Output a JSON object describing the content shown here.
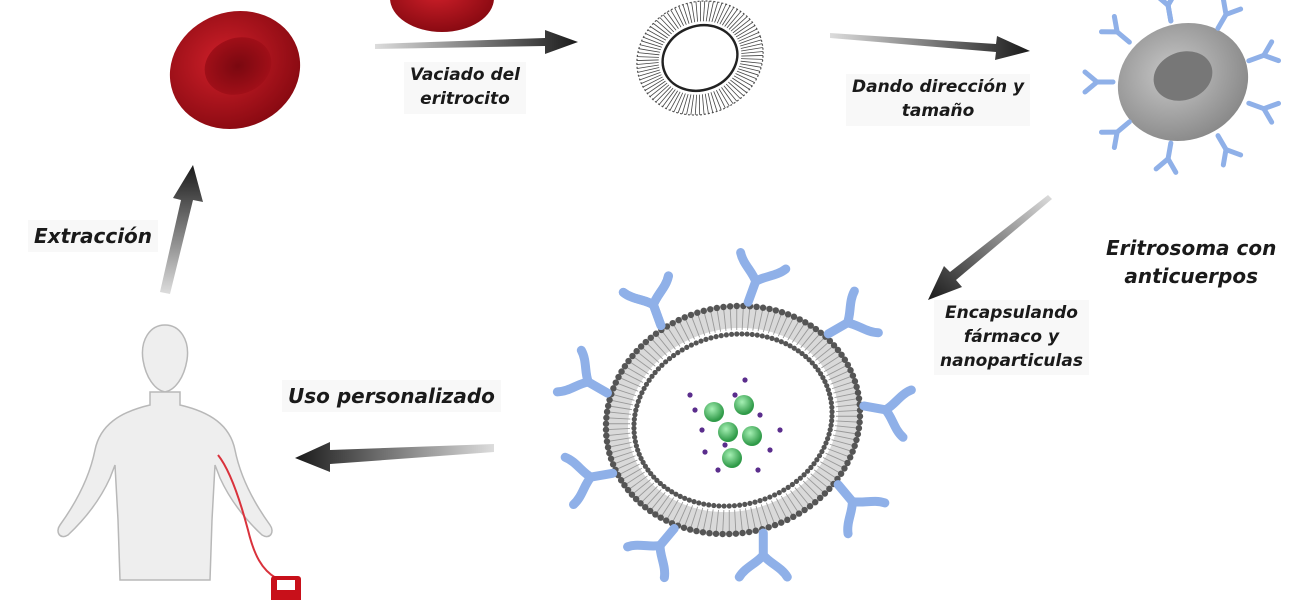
{
  "labels": {
    "vaciado": [
      "Vaciado del",
      "eritrocito"
    ],
    "dando": [
      "Dando dirección y",
      "tamaño"
    ],
    "eritrosoma": [
      "Eritrosoma con",
      "anticuerpos"
    ],
    "encapsulando": [
      "Encapsulando",
      "fármaco y",
      "nanoparticulas"
    ],
    "uso": [
      "Uso personalizado"
    ],
    "extraccion": [
      "Extracción"
    ]
  },
  "colors": {
    "erythrocyte": "#b0101a",
    "antibody": "#8fb0e8",
    "membrane": "#555555",
    "drug": "#4ec46a",
    "nanoparticle": "#5a2d8c",
    "arrow": "#1a1a1a"
  }
}
